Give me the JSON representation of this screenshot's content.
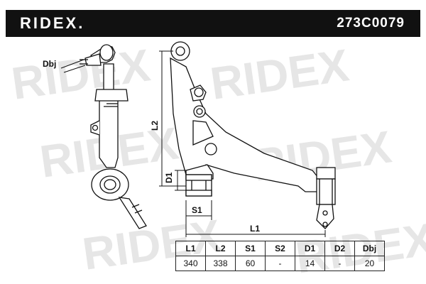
{
  "header": {
    "brand": "RIDEX.",
    "part_number": "273C0079"
  },
  "watermark": {
    "text": "RIDEX"
  },
  "dimension_labels": {
    "dbj": "Dbj",
    "l2": "L2",
    "d1": "D1",
    "s1": "S1",
    "l1": "L1"
  },
  "spec_table": {
    "headers": [
      "L1",
      "L2",
      "S1",
      "S2",
      "D1",
      "D2",
      "Dbj"
    ],
    "values": [
      "340",
      "338",
      "60",
      "-",
      "14",
      "-",
      "20"
    ]
  },
  "colors": {
    "header_bg": "#111111",
    "line": "#111111",
    "watermark": "#e6e6e6"
  }
}
